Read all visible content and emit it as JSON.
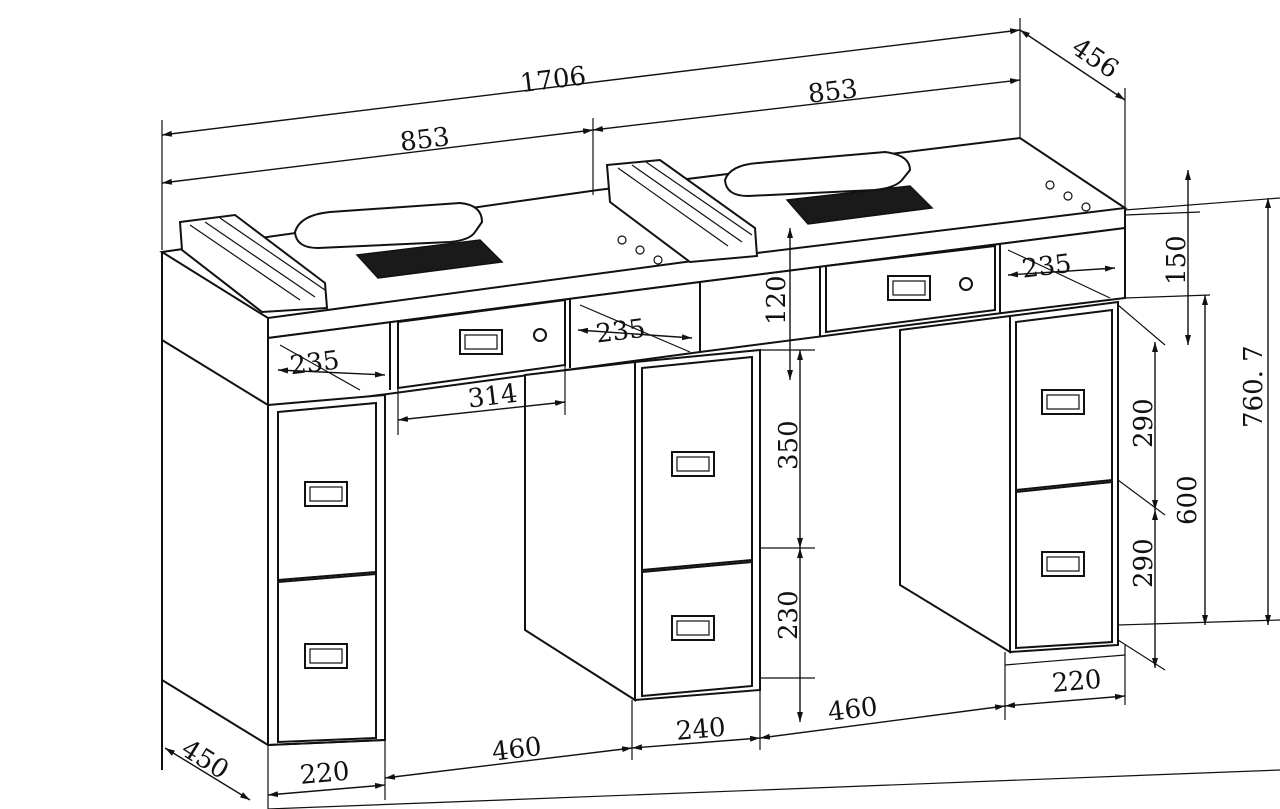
{
  "drawing": {
    "dimensions": {
      "total_width": "1706",
      "depth_top": "456",
      "half_width_left": "853",
      "half_width_right": "853",
      "shelf_left": "235",
      "shelf_middle": "235",
      "shelf_right": "235",
      "drawer_width": "314",
      "top_step_height": "120",
      "upper_drawer_height": "350",
      "lower_drawer_height": "230",
      "top_height": "150",
      "drawer_right_upper": "290",
      "drawer_right_lower": "290",
      "cabinet_height": "600",
      "total_height": "760. 7",
      "bottom_left_cabinet": "220",
      "bottom_left_gap": "460",
      "bottom_middle_cabinet": "240",
      "bottom_right_gap": "460",
      "bottom_right_cabinet": "220",
      "depth_bottom": "450"
    }
  }
}
